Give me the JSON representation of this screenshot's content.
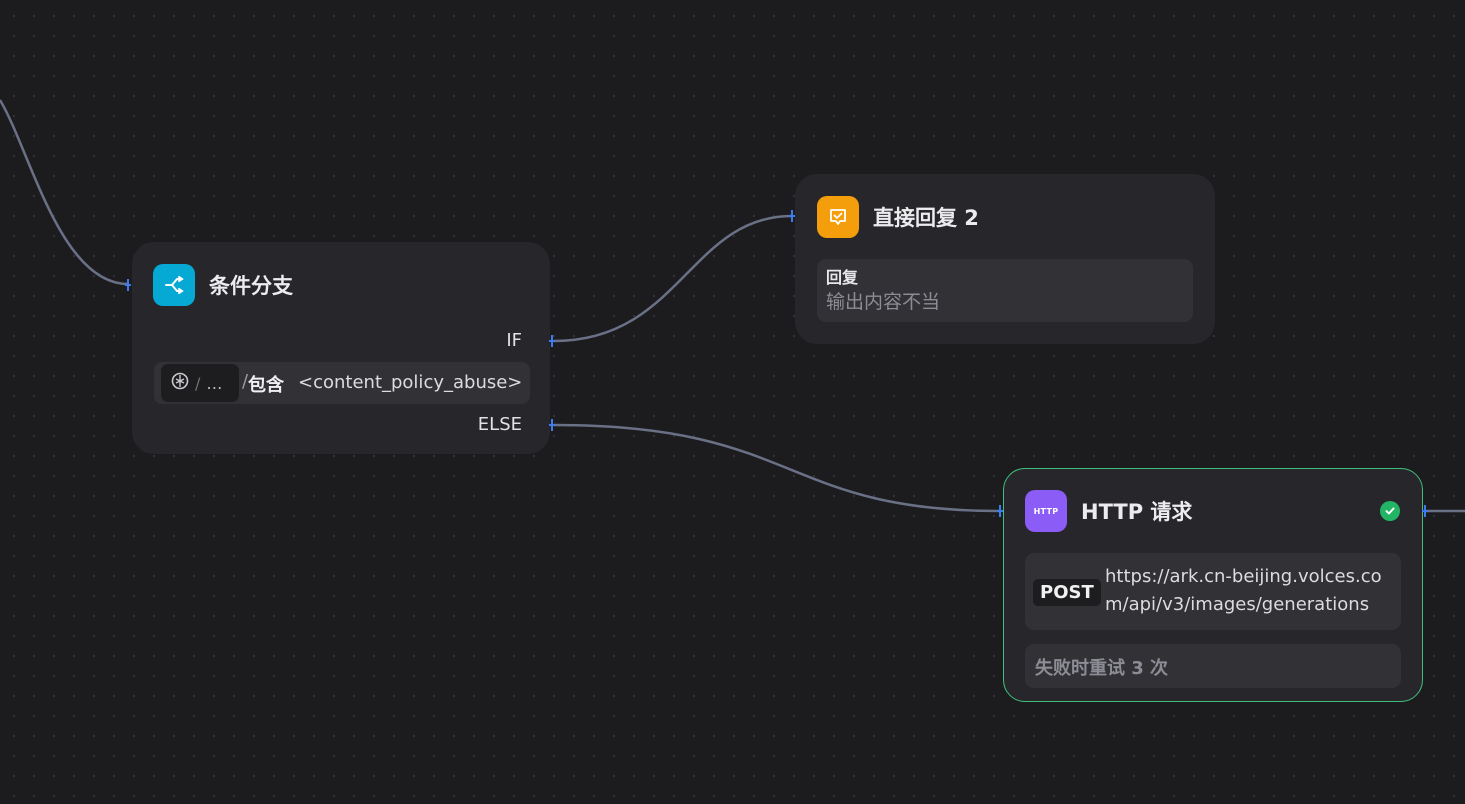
{
  "condition_node": {
    "title": "条件分支",
    "icon": "branch-icon",
    "color": "#06a8d4",
    "if_label": "IF",
    "else_label": "ELSE",
    "condition": {
      "variable_icon": "variable-icon",
      "variable_path": "…",
      "operator": "包含",
      "value": "<content_policy_abuse>"
    }
  },
  "reply_node": {
    "title": "直接回复 2",
    "icon": "reply-icon",
    "color": "#f59e0b",
    "field_label": "回复",
    "field_value": "输出内容不当"
  },
  "http_node": {
    "title": "HTTP 请求",
    "icon_text": "HTTP",
    "color": "#8b5cf6",
    "status": "success",
    "status_color": "#22b565",
    "method": "POST",
    "url": "https://ark.cn-beijing.volces.com/api/v3/images/generations",
    "retry": "失败时重试 3 次"
  }
}
